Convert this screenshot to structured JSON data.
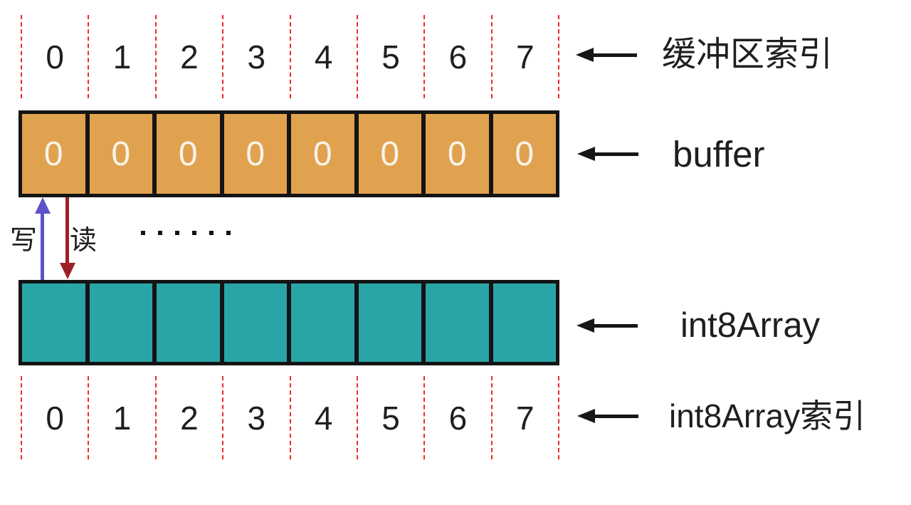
{
  "colors": {
    "buffer_fill": "#e1a24f",
    "buffer_text": "#f7f4ea",
    "int8array_fill": "#29a5a7",
    "cell_border": "#141414",
    "tick_line": "#ee2b25",
    "write_arrow": "#5b53c7",
    "read_arrow": "#9c2025",
    "text": "#1f1f1f"
  },
  "top_index_row": {
    "values": [
      "0",
      "1",
      "2",
      "3",
      "4",
      "5",
      "6",
      "7"
    ],
    "annotation": "缓冲区索引"
  },
  "buffer_row": {
    "values": [
      "0",
      "0",
      "0",
      "0",
      "0",
      "0",
      "0",
      "0"
    ],
    "annotation": "buffer"
  },
  "middle": {
    "write_label": "写",
    "read_label": "读",
    "dot_count": 6
  },
  "int8array_row": {
    "cell_count": 8,
    "annotation": "int8Array"
  },
  "bottom_index_row": {
    "values": [
      "0",
      "1",
      "2",
      "3",
      "4",
      "5",
      "6",
      "7"
    ],
    "annotation": "int8Array索引"
  }
}
